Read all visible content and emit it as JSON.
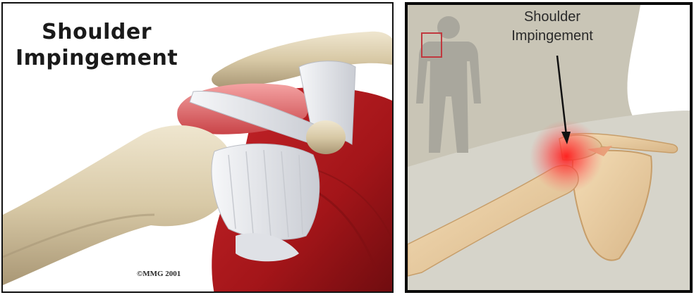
{
  "left_panel": {
    "title_line1": "Shoulder",
    "title_line2": "Impingement",
    "copyright": "©MMG 2001"
  },
  "right_panel": {
    "title_line1": "Shoulder",
    "title_line2": "Impingement"
  },
  "colors": {
    "bone": "#d9cba8",
    "bone_shadow": "#a89878",
    "muscle": "#b3181e",
    "muscle_dark": "#7e0f12",
    "tendon": "#e8eaee",
    "inflammation": "#ff2a2a",
    "background_right": "#c9c5b6",
    "silhouette": "#a9a79d"
  }
}
